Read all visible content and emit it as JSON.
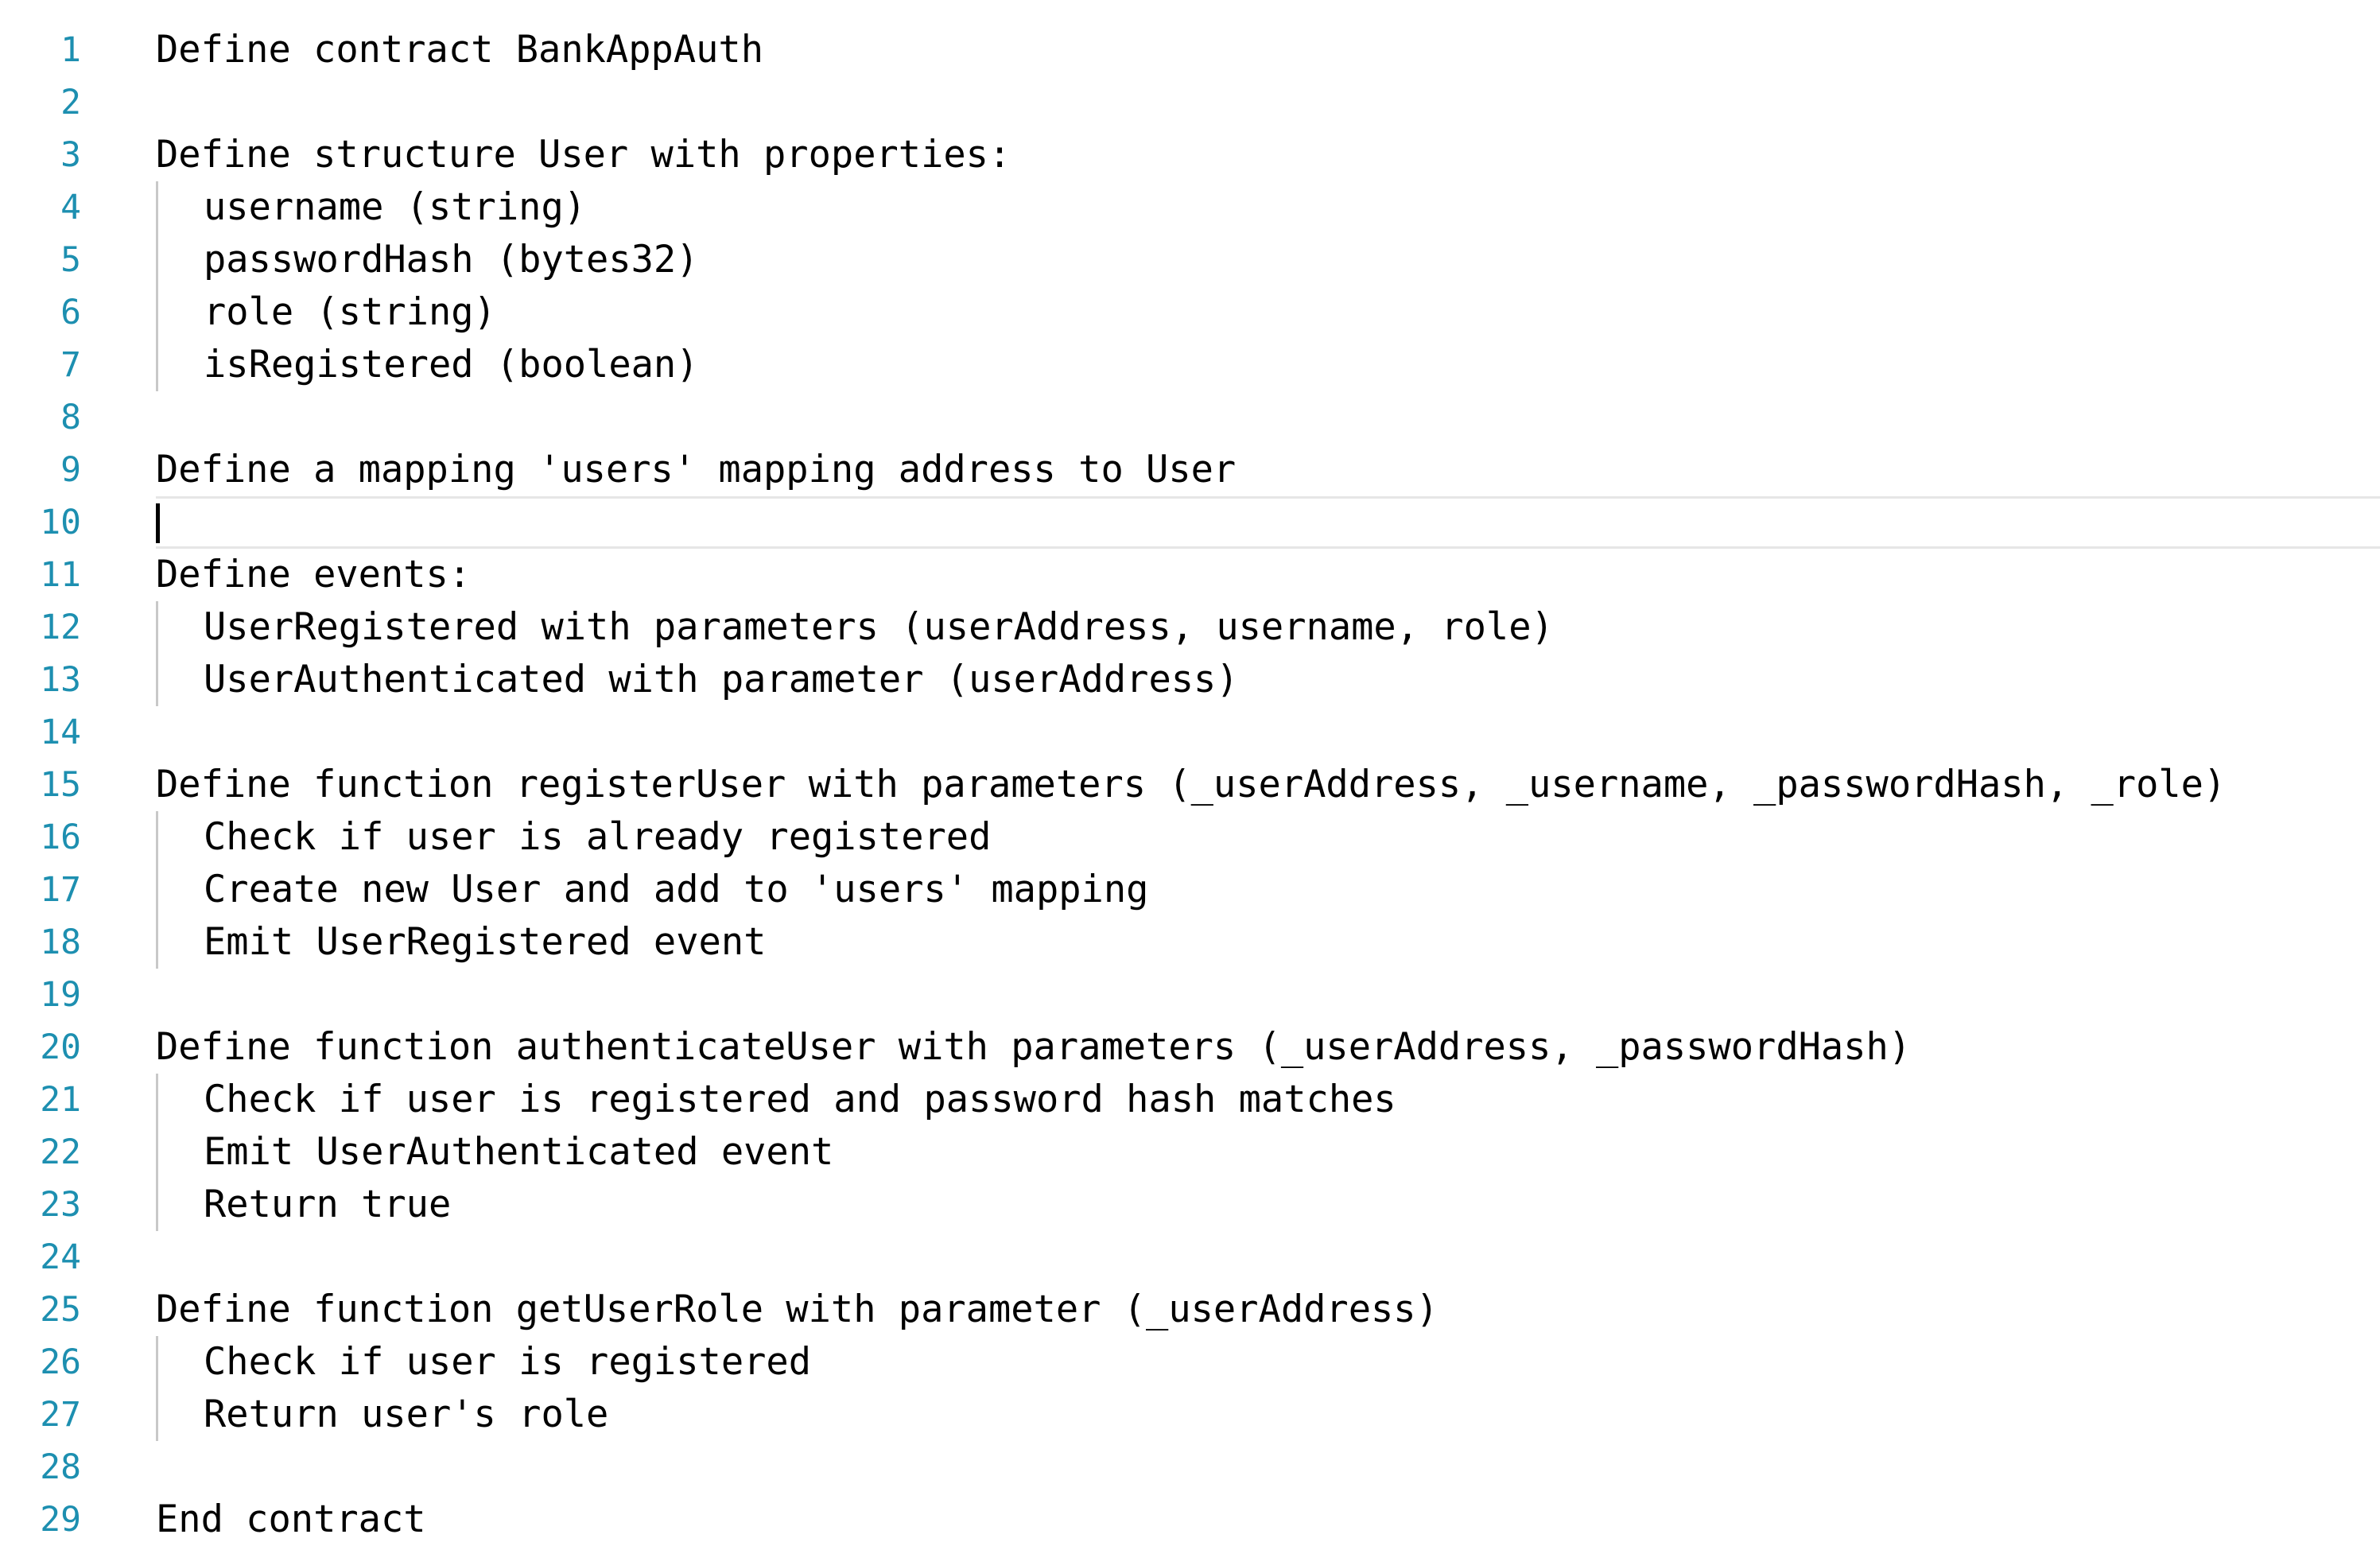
{
  "editor": {
    "lines": [
      {
        "n": "1",
        "text": "Define contract BankAppAuth",
        "indent": 0
      },
      {
        "n": "2",
        "text": "",
        "indent": 0
      },
      {
        "n": "3",
        "text": "Define structure User with properties:",
        "indent": 0
      },
      {
        "n": "4",
        "text": "username (string)",
        "indent": 1
      },
      {
        "n": "5",
        "text": "passwordHash (bytes32)",
        "indent": 1
      },
      {
        "n": "6",
        "text": "role (string)",
        "indent": 1
      },
      {
        "n": "7",
        "text": "isRegistered (boolean)",
        "indent": 1
      },
      {
        "n": "8",
        "text": "",
        "indent": 0
      },
      {
        "n": "9",
        "text": "Define a mapping 'users' mapping address to User",
        "indent": 0
      },
      {
        "n": "10",
        "text": "",
        "indent": 0,
        "current": true
      },
      {
        "n": "11",
        "text": "Define events:",
        "indent": 0
      },
      {
        "n": "12",
        "text": "UserRegistered with parameters (userAddress, username, role)",
        "indent": 1
      },
      {
        "n": "13",
        "text": "UserAuthenticated with parameter (userAddress)",
        "indent": 1
      },
      {
        "n": "14",
        "text": "",
        "indent": 0
      },
      {
        "n": "15",
        "text": "Define function registerUser with parameters (_userAddress, _username, _passwordHash, _role)",
        "indent": 0
      },
      {
        "n": "16",
        "text": "Check if user is already registered",
        "indent": 1
      },
      {
        "n": "17",
        "text": "Create new User and add to 'users' mapping",
        "indent": 1
      },
      {
        "n": "18",
        "text": "Emit UserRegistered event",
        "indent": 1
      },
      {
        "n": "19",
        "text": "",
        "indent": 0
      },
      {
        "n": "20",
        "text": "Define function authenticateUser with parameters (_userAddress, _passwordHash)",
        "indent": 0
      },
      {
        "n": "21",
        "text": "Check if user is registered and password hash matches",
        "indent": 1
      },
      {
        "n": "22",
        "text": "Emit UserAuthenticated event",
        "indent": 1
      },
      {
        "n": "23",
        "text": "Return true",
        "indent": 1
      },
      {
        "n": "24",
        "text": "",
        "indent": 0
      },
      {
        "n": "25",
        "text": "Define function getUserRole with parameter (_userAddress)",
        "indent": 0
      },
      {
        "n": "26",
        "text": "Check if user is registered",
        "indent": 1
      },
      {
        "n": "27",
        "text": "Return user's role",
        "indent": 1
      },
      {
        "n": "28",
        "text": "",
        "indent": 0
      },
      {
        "n": "29",
        "text": "End contract",
        "indent": 0
      }
    ],
    "colors": {
      "line_number": "#1d8fb0",
      "text": "#000000",
      "indent_guide": "#c8c8c8",
      "current_line_border": "#e6e6e6"
    }
  }
}
